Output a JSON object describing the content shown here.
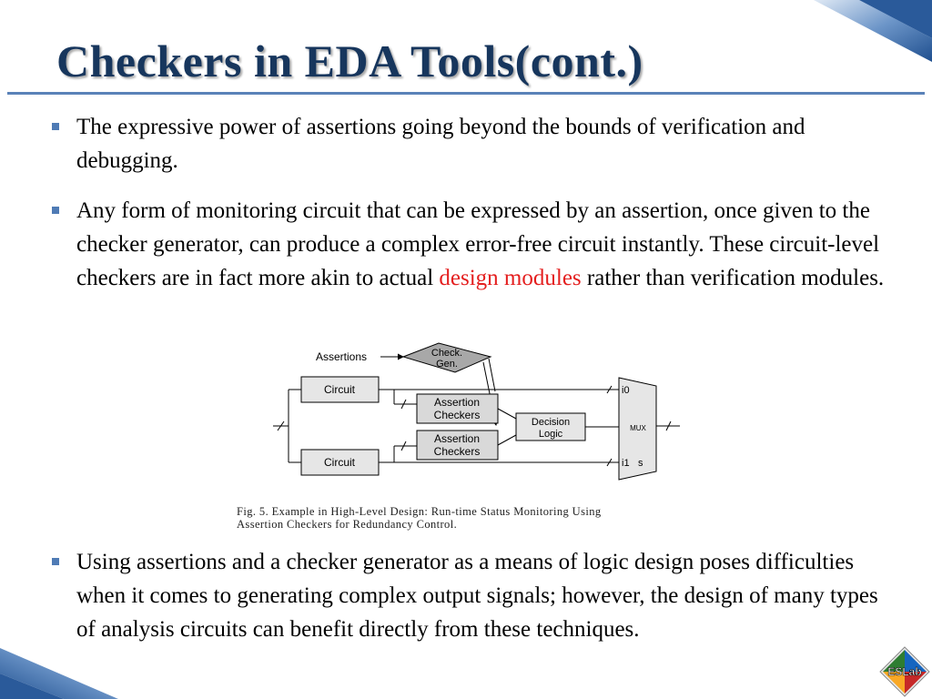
{
  "title": "Checkers in EDA Tools(cont.)",
  "bullets": [
    {
      "text": "The expressive power of assertions going beyond the bounds of verification and debugging."
    },
    {
      "before": "Any form of monitoring circuit that can be expressed by an assertion, once given to the checker generator, can produce a complex error-free circuit instantly. These circuit-level checkers are in fact more akin to actual ",
      "highlight": "design modules",
      "after": " rather than verification modules."
    },
    {
      "text": "Using assertions and a checker generator as a means of logic design poses difficulties when it comes to generating complex output signals; however, the design of many types of analysis circuits can benefit directly from these techniques."
    }
  ],
  "figure": {
    "assertions_label": "Assertions",
    "check_gen": [
      "Check.",
      "Gen."
    ],
    "circuit_top": "Circuit",
    "circuit_bottom": "Circuit",
    "checker_top": [
      "Assertion",
      "Checkers"
    ],
    "checker_bottom": [
      "Assertion",
      "Checkers"
    ],
    "decision": [
      "Decision",
      "Logic"
    ],
    "mux_label": "MUX",
    "mux_i0": "i0",
    "mux_i1": "i1",
    "mux_s": "s",
    "caption_line1": "Fig. 5.    Example in High-Level Design: Run-time Status Monitoring Using",
    "caption_line2": "Assertion Checkers for Redundancy Control."
  },
  "logo": {
    "text": "ESLab"
  },
  "colors": {
    "title": "#17365d",
    "highlight": "#e41e1e",
    "bullet": "#4f7bb5",
    "rule": "#5a82b8"
  }
}
